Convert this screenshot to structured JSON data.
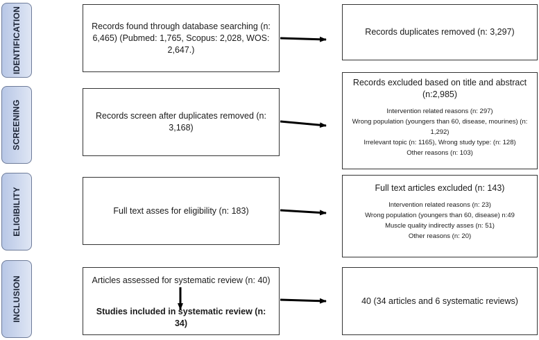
{
  "stages": [
    {
      "id": "identification",
      "label": "IDENTIFICATION"
    },
    {
      "id": "screening",
      "label": "SCREENING"
    },
    {
      "id": "eligibility",
      "label": "ELIGIBILITY"
    },
    {
      "id": "inclusion",
      "label": "INCLUSION"
    }
  ],
  "identification": {
    "left": "Records found through database searching (n: 6,465) (Pubmed: 1,765, Scopus: 2,028, WOS: 2,647.)",
    "right": "Records duplicates removed (n: 3,297)"
  },
  "screening": {
    "left": "Records screen after duplicates removed (n: 3,168)",
    "right_title": "Records excluded based on title and abstract (n:2,985)",
    "right_items": [
      "Intervention related reasons  (n: 297)",
      "Wrong population (youngers than 60, disease, mourines) (n: 1,292)",
      "Irrelevant topic (n: 1165), Wrong study type: (n: 128)",
      "Other reasons (n: 103)"
    ]
  },
  "eligibility": {
    "left": "Full text asses for eligibility (n: 183)",
    "right_title": "Full text articles excluded (n: 143)",
    "right_items": [
      "Intervention related reasons  (n: 23)",
      "Wrong population (youngers than 60, disease) n:49",
      "Muscle quality indirectly asses (n: 51)",
      "Other reasons (n: 20)"
    ]
  },
  "inclusion": {
    "left_top": "Articles assessed for systematic review (n: 40)",
    "left_bottom": "Studies included in systematic review (n: 34)",
    "right": "40 (34 articles and 6 systematic reviews)"
  }
}
